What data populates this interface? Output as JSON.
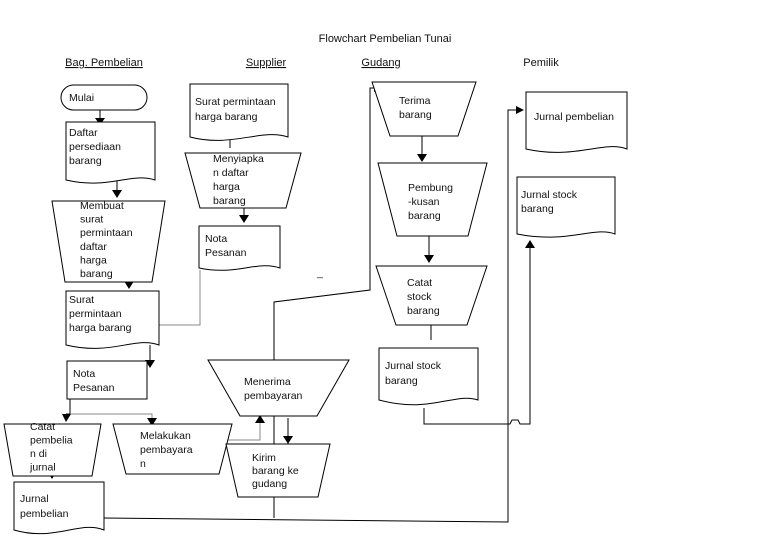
{
  "title": "Flowchart Pembelian Tunai",
  "lanes": {
    "pembelian": "Bag. Pembelian",
    "supplier": "Supplier",
    "gudang": "Gudang",
    "pemilik": "Pemilik"
  },
  "nodes": {
    "mulai": [
      "Mulai"
    ],
    "daftar_persediaan": [
      "Daftar",
      "persediaan",
      "barang"
    ],
    "membuat_surat": [
      "Membuat",
      "surat",
      "permintaan",
      "daftar",
      "harga",
      "barang"
    ],
    "surat_permintaan_pembelian": [
      "Surat",
      "permintaan",
      "harga barang"
    ],
    "nota_pesanan_pembelian": [
      "Nota",
      "Pesanan"
    ],
    "catat_pembelian": [
      "Catat",
      "pembelia",
      "n di",
      "jurnal"
    ],
    "melakukan_pembayaran": [
      "Melakukan",
      "pembayara",
      "n"
    ],
    "jurnal_pembelian_left": [
      "Jurnal",
      "pembelian"
    ],
    "surat_permintaan_supplier": [
      "Surat permintaan",
      "harga barang"
    ],
    "menyiapkan_daftar": [
      "Menyiapka",
      "n daftar",
      "harga",
      "barang"
    ],
    "nota_pesanan_supplier": [
      "Nota",
      "Pesanan"
    ],
    "menerima_pembayaran": [
      "Menerima",
      "pembayaran"
    ],
    "kirim_barang": [
      "Kirim",
      "barang ke",
      "gudang"
    ],
    "terima_barang": [
      "Terima",
      "barang"
    ],
    "pembungkusan_barang": [
      "Pembung",
      "-kusan",
      "barang"
    ],
    "catat_stock": [
      "Catat",
      "stock",
      "barang"
    ],
    "jurnal_stock_gudang": [
      "Jurnal stock",
      "barang"
    ],
    "jurnal_pembelian_pemilik": [
      "Jurnal pembelian"
    ],
    "jurnal_stock_pemilik": [
      "Jurnal stock",
      "barang"
    ]
  },
  "stray_mark": "_"
}
